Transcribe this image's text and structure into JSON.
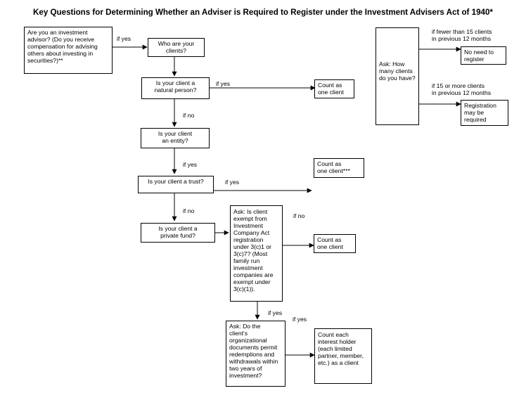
{
  "title": "Key Questions for Determining Whether an Adviser is Required to Register under the Investment Advisers Act of 1940*",
  "boxes": {
    "q_advisor": "Are you an investment advisor?  (Do you receive compensation for advising others about investing in securities?)**",
    "q_who": "Who are your\nclients?",
    "q_natural": "Is your client a\nnatural person?",
    "r_natural": "Count as\none client",
    "q_entity": "Is your client\nan entity?",
    "q_trust": "Is your client a trust?",
    "r_trust": "Count as\none client***",
    "q_fund": "Is your client a\nprivate fund?",
    "q_exempt": "Ask:  Is client exempt from Investment Company Act registration under 3(c)1 or 3(c)7?  (Most family run investment companies are exempt under 3(c)(1)).",
    "r_exempt": "Count as\none client",
    "q_docs": "Ask:  Do the\n client's organizational documents permit redemptions and withdrawals within two years of investment?",
    "r_docs": "Count each interest holder (each limited partner, member, etc.) as a client",
    "q_howmany": "Ask:  How many clients do you have?",
    "r_noreg": "No need to\nregister",
    "r_reg": "Registration may be required"
  },
  "labels": {
    "yes1": "if yes",
    "yes_natural": "if yes",
    "no_natural": "if no",
    "yes_entity": "if yes",
    "yes_trust": "if yes",
    "no_trust": "if no",
    "no_exempt": "if no",
    "yes_exempt": "if yes",
    "yes_docs": "if yes",
    "fewer15": "if fewer than 15 clients\nin previous 12 months",
    "more15": "if 15 or more clients\nin previous 12 months"
  }
}
